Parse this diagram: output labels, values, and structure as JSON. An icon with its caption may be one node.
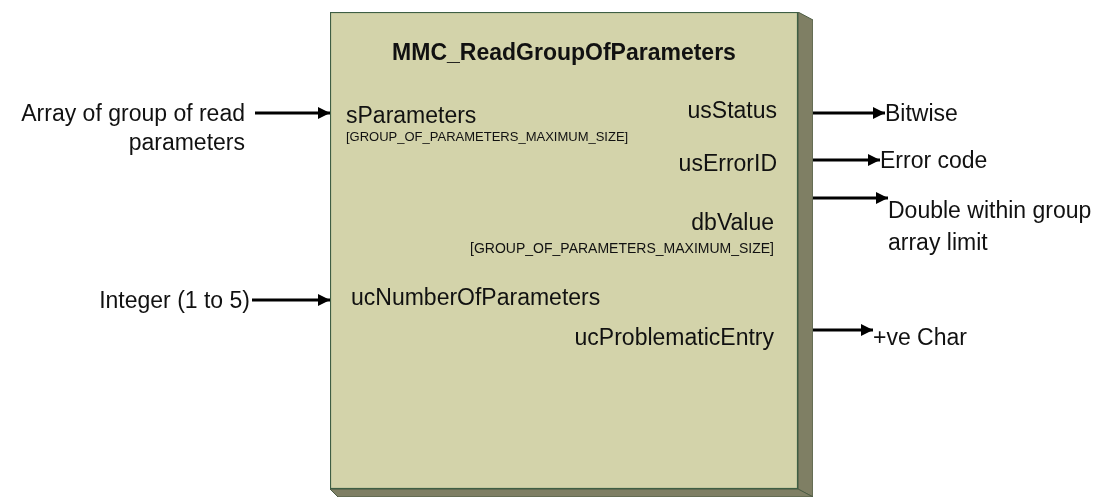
{
  "diagram": {
    "nodes": [
      {
        "text": [
          "MMC_ReadGroupOfParameters"
        ]
      },
      {
        "text": [
          "sParameters",
          "[GROUP_OF_PARAMETERS_MAXIMUM_SIZE]"
        ],
        "in": 0
      },
      {
        "text": [
          "usStatus"
        ],
        "in": 0
      },
      {
        "text": [
          "usErrorID"
        ],
        "in": 0
      },
      {
        "text": [
          "dbValue",
          "[GROUP_OF_PARAMETERS_MAXIMUM_SIZE]"
        ],
        "in": 0
      },
      {
        "text": [
          "ucNumberOfParameters"
        ],
        "in": 0
      },
      {
        "text": [
          "ucProblematicEntry"
        ],
        "in": 0
      },
      {
        "text": [
          "Array of group of read parameters"
        ]
      },
      {
        "text": [
          "Integer (1 to 5)"
        ]
      },
      {
        "text": [
          "Bitwise"
        ]
      },
      {
        "text": [
          "Error code"
        ]
      },
      {
        "text": [
          "Double within group array limit"
        ]
      },
      {
        "text": [
          "+ve Char"
        ]
      }
    ],
    "edges": [
      {
        "from": 7,
        "to": 1,
        "arrow": "to"
      },
      {
        "from": 8,
        "to": 5,
        "arrow": "to"
      },
      {
        "from": 2,
        "to": 9,
        "arrow": "to"
      },
      {
        "from": 3,
        "to": 10,
        "arrow": "to"
      },
      {
        "from": 4,
        "to": 11,
        "arrow": "to"
      },
      {
        "from": 6,
        "to": 12,
        "arrow": "to"
      }
    ]
  }
}
